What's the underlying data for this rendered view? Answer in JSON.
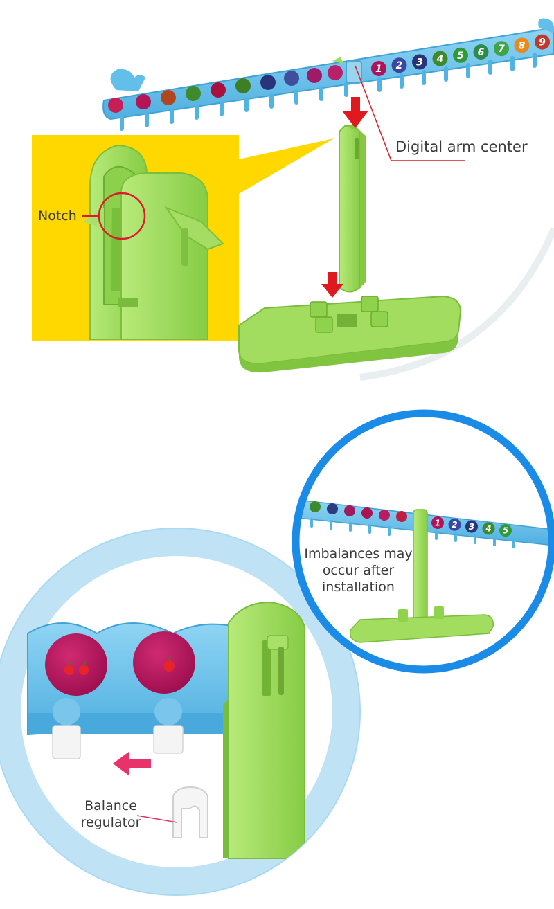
{
  "section_top": {
    "beam_numbers": [
      "1",
      "2",
      "3",
      "4",
      "5",
      "6",
      "7",
      "8",
      "9"
    ],
    "notch_label": "Notch",
    "digital_arm_label": "Digital arm center"
  },
  "section_bottom": {
    "inset_numbers": [
      "1",
      "2",
      "3",
      "4",
      "5"
    ],
    "imbalance_label_line1": "Imbalances may",
    "imbalance_label_line2": "occur after",
    "imbalance_label_line3": "installation",
    "balance_label_line1": "Balance",
    "balance_label_line2": "regulator"
  },
  "colors": {
    "beam_blue": "#6cc3ec",
    "stand_green": "#9fdc5a",
    "highlight_yellow": "#ffd800",
    "callout_red": "#d81e2a",
    "big_circle": "#bfe3f5",
    "inset_ring": "#1b8be8",
    "arrow_pink": "#e8336a",
    "disc_magenta": "#b0135a"
  }
}
